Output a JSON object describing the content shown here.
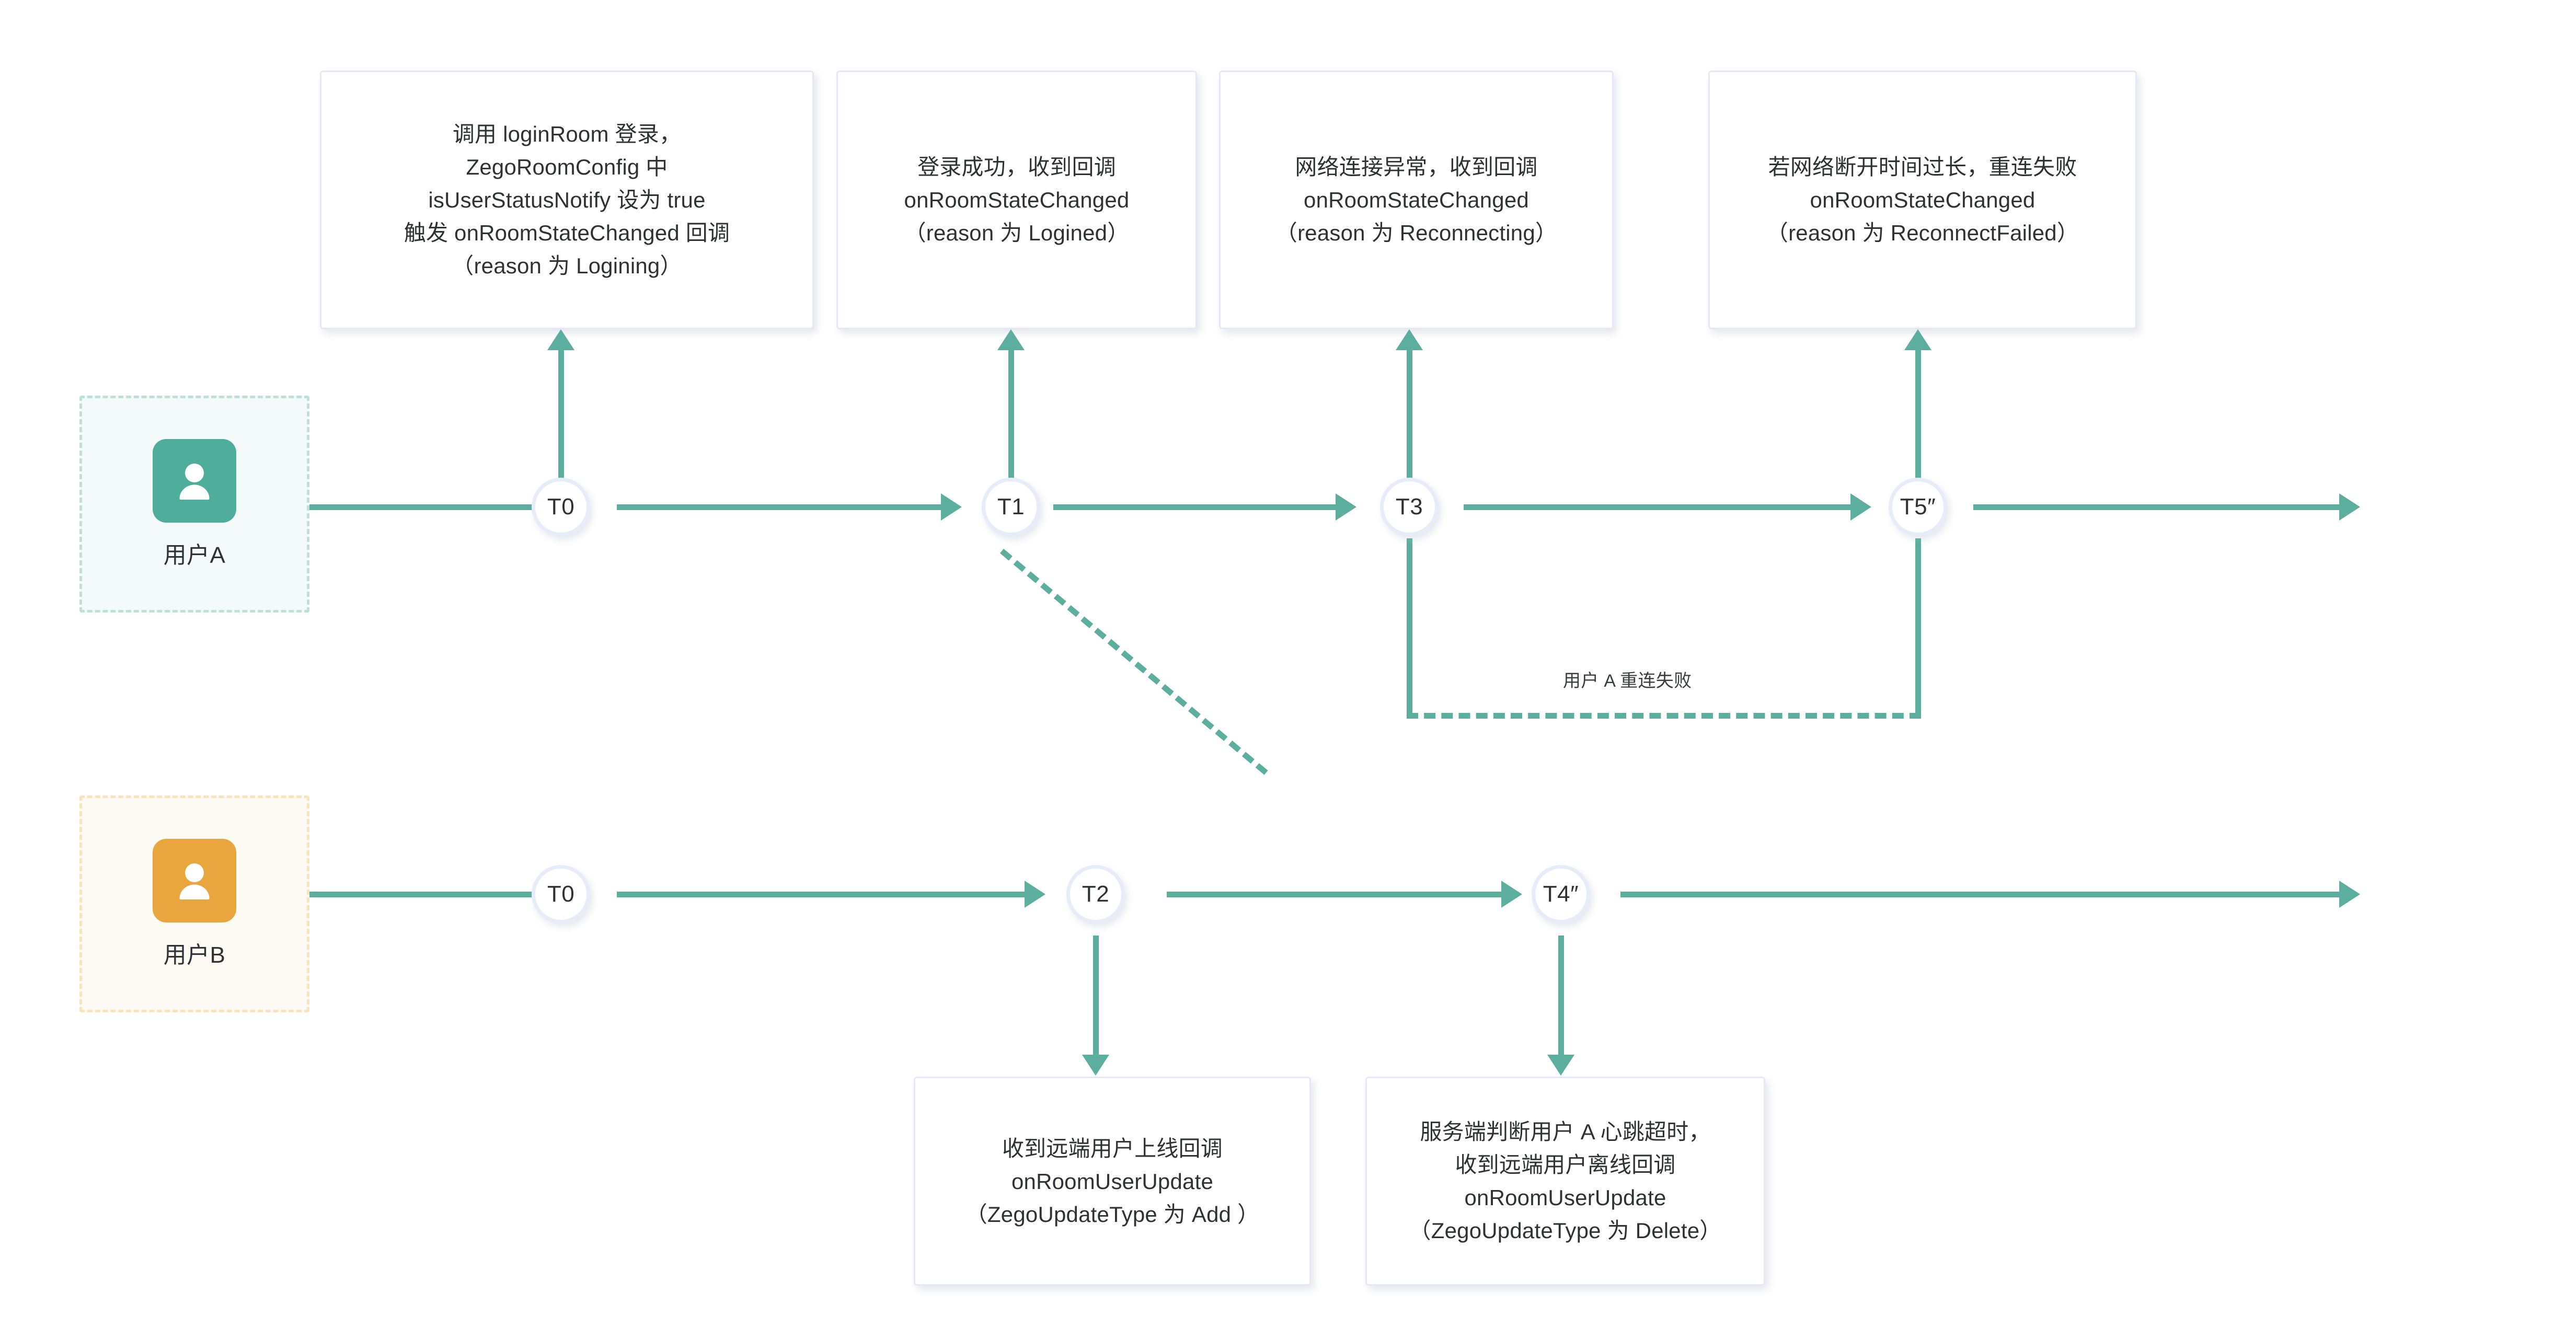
{
  "diagram": {
    "title": "ZEGO room login / reconnect sequence timeline",
    "colors": {
      "accent_teal": "#5cae9e",
      "avatar_a": "#4fad9c",
      "avatar_b": "#e9a63f",
      "lane_a_border": "#bfe0d8",
      "lane_a_fill": "#f4fafa",
      "lane_b_border": "#fae3bc",
      "lane_b_fill": "#fdfaf3",
      "box_border": "#e6e9f5",
      "node_ring": "#e7ecf9",
      "text": "#2f3134"
    },
    "lanes": [
      {
        "id": "user-a",
        "label": "用户A",
        "icon": "person-icon"
      },
      {
        "id": "user-b",
        "label": "用户B",
        "icon": "person-icon"
      }
    ],
    "nodes": {
      "a": [
        {
          "id": "a-t0",
          "label": "T0"
        },
        {
          "id": "a-t1",
          "label": "T1"
        },
        {
          "id": "a-t3",
          "label": "T3"
        },
        {
          "id": "a-t5",
          "label": "T5″"
        }
      ],
      "b": [
        {
          "id": "b-t0",
          "label": "T0"
        },
        {
          "id": "b-t2",
          "label": "T2"
        },
        {
          "id": "b-t4",
          "label": "T4″"
        }
      ]
    },
    "top_boxes": [
      {
        "id": "box-login-call",
        "node": "T0",
        "text": "调用 loginRoom 登录，\nZegoRoomConfig 中\nisUserStatusNotify 设为 true\n触发 onRoomStateChanged 回调\n（reason 为 Logining）"
      },
      {
        "id": "box-login-success",
        "node": "T1",
        "text": "登录成功，收到回调\nonRoomStateChanged\n（reason 为 Logined）"
      },
      {
        "id": "box-network-error",
        "node": "T3",
        "text": "网络连接异常，收到回调\nonRoomStateChanged\n（reason 为 Reconnecting）"
      },
      {
        "id": "box-reconnect-failed",
        "node": "T5″",
        "text": "若网络断开时间过长，重连失败\nonRoomStateChanged\n（reason 为 ReconnectFailed）"
      }
    ],
    "bottom_boxes": [
      {
        "id": "box-user-online",
        "node": "T2",
        "text": "收到远端用户上线回调\nonRoomUserUpdate\n（ZegoUpdateType 为 Add ）"
      },
      {
        "id": "box-user-offline",
        "node": "T4″",
        "text": "服务端判断用户 A 心跳超时，\n收到远端用户离线回调\nonRoomUserUpdate\n（ZegoUpdateType 为 Delete）"
      }
    ],
    "annotations": [
      {
        "id": "reconnect-failed-bracket",
        "label": "用户 A 重连失败"
      }
    ]
  }
}
